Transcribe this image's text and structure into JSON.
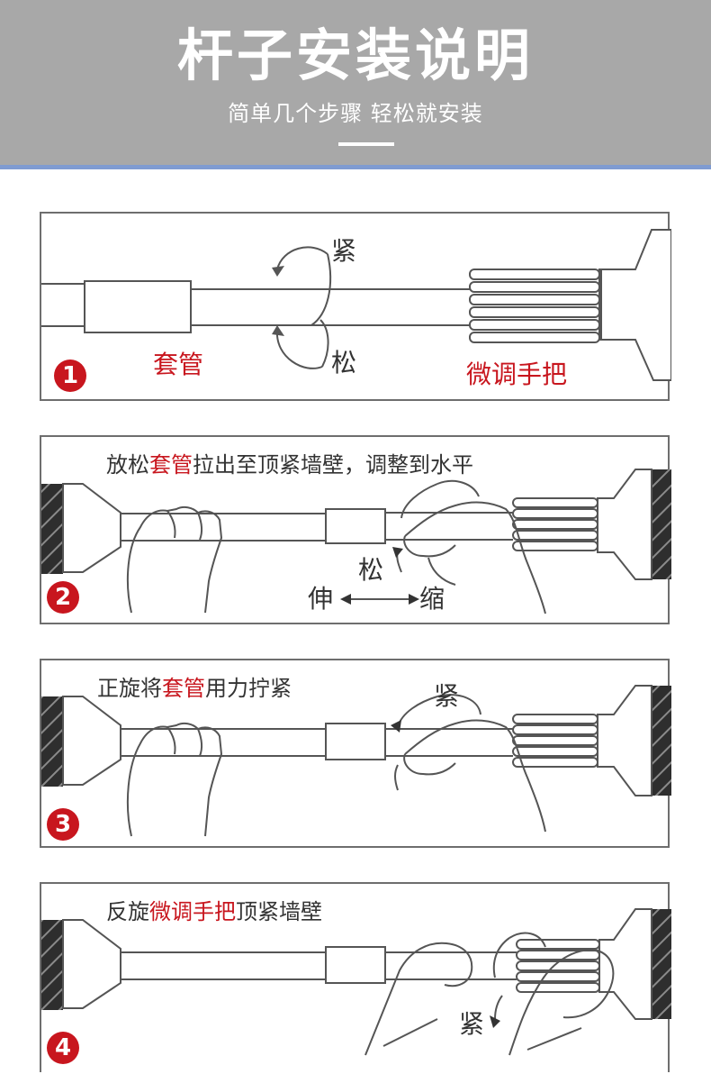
{
  "header": {
    "title": "杆子安装说明",
    "subtitle": "简单几个步骤 轻松就安装"
  },
  "colors": {
    "header_bg": "#a8a8a8",
    "stripe": "#7f9bd1",
    "highlight_red": "#c8161e"
  },
  "steps": [
    {
      "number": "1",
      "labels": {
        "tighten": "紧",
        "loosen": "松",
        "sleeve": "套管",
        "handle": "微调手把"
      }
    },
    {
      "number": "2",
      "caption": {
        "pre": "放松",
        "hl": "套管",
        "post": "拉出至顶紧墙壁，调整到水平"
      },
      "labels": {
        "loosen": "松",
        "extend": "伸",
        "shrink": "缩"
      }
    },
    {
      "number": "3",
      "caption": {
        "pre": "正旋将",
        "hl": "套管",
        "post": "用力拧紧"
      },
      "labels": {
        "tighten": "紧"
      }
    },
    {
      "number": "4",
      "caption": {
        "pre": "反旋",
        "hl": "微调手把",
        "post": "顶紧墙壁"
      },
      "labels": {
        "tighten": "紧"
      }
    }
  ]
}
